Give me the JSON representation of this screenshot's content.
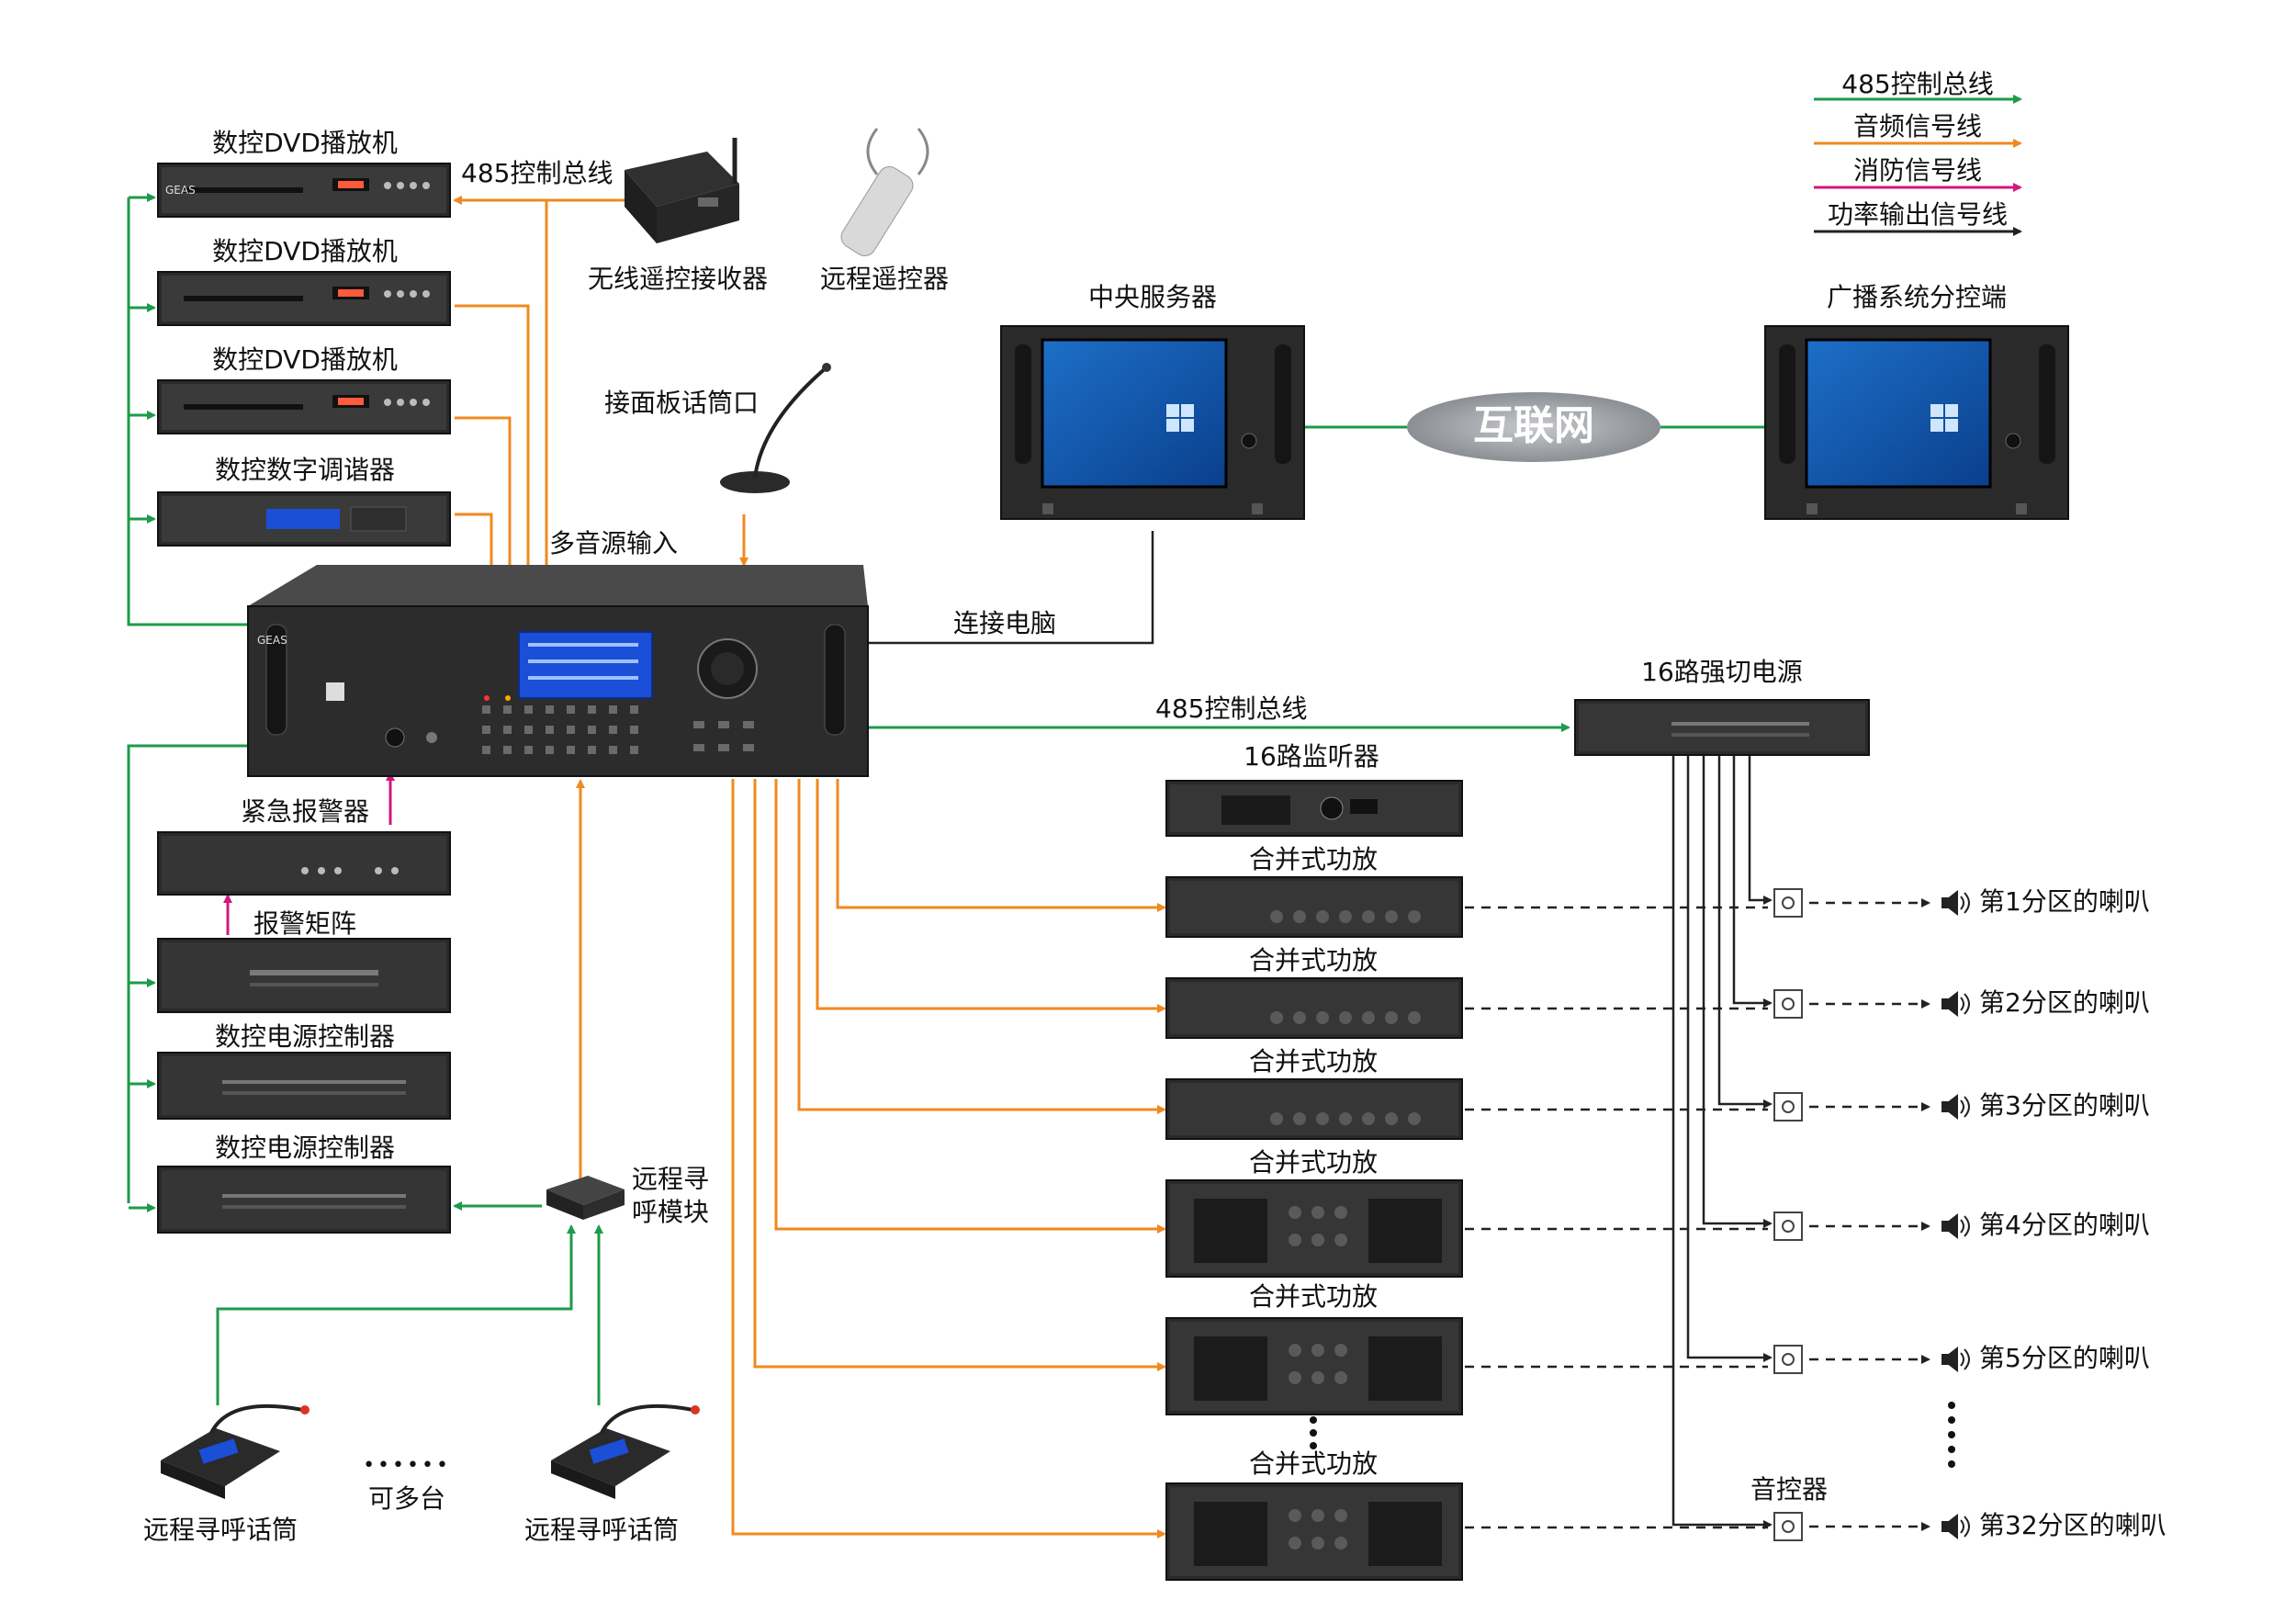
{
  "legend": {
    "items": [
      {
        "label": "485控制总线",
        "color": "#1e9a4a"
      },
      {
        "label": "音频信号线",
        "color": "#f0891f"
      },
      {
        "label": "消防信号线",
        "color": "#d4177c"
      },
      {
        "label": "功率输出信号线",
        "color": "#222222"
      }
    ]
  },
  "sources": {
    "dvd": [
      "数控DVD播放机",
      "数控DVD播放机",
      "数控DVD播放机"
    ],
    "tuner": "数控数字调谐器",
    "bus_label": "485控制总线",
    "receiver": "无线遥控接收器",
    "remote": "远程遥控器",
    "panel_mic": "接面板话筒口",
    "multi_input": "多音源输入"
  },
  "main": {
    "connect_pc": "连接电脑",
    "bus_label": "485控制总线"
  },
  "network": {
    "server": "中央服务器",
    "branch": "广播系统分控端",
    "internet": "互联网"
  },
  "left_devices": {
    "alarm": "紧急报警器",
    "alarm_matrix": "报警矩阵",
    "power_ctrl": [
      "数控电源控制器",
      "数控电源控制器"
    ],
    "paging_module": [
      "远程寻",
      "呼模块"
    ],
    "paging_mic": [
      "远程寻呼话筒",
      "远程寻呼话筒"
    ],
    "more": "可多台",
    "more_dots": "••••••"
  },
  "right_devices": {
    "power_switch": "16路强切电源",
    "monitor": "16路监听器",
    "amplifier": "合并式功放",
    "volume_ctrl": "音控器"
  },
  "zones": [
    "第1分区的喇叭",
    "第2分区的喇叭",
    "第3分区的喇叭",
    "第4分区的喇叭",
    "第5分区的喇叭",
    "第32分区的喇叭"
  ],
  "brand": "GEAS"
}
